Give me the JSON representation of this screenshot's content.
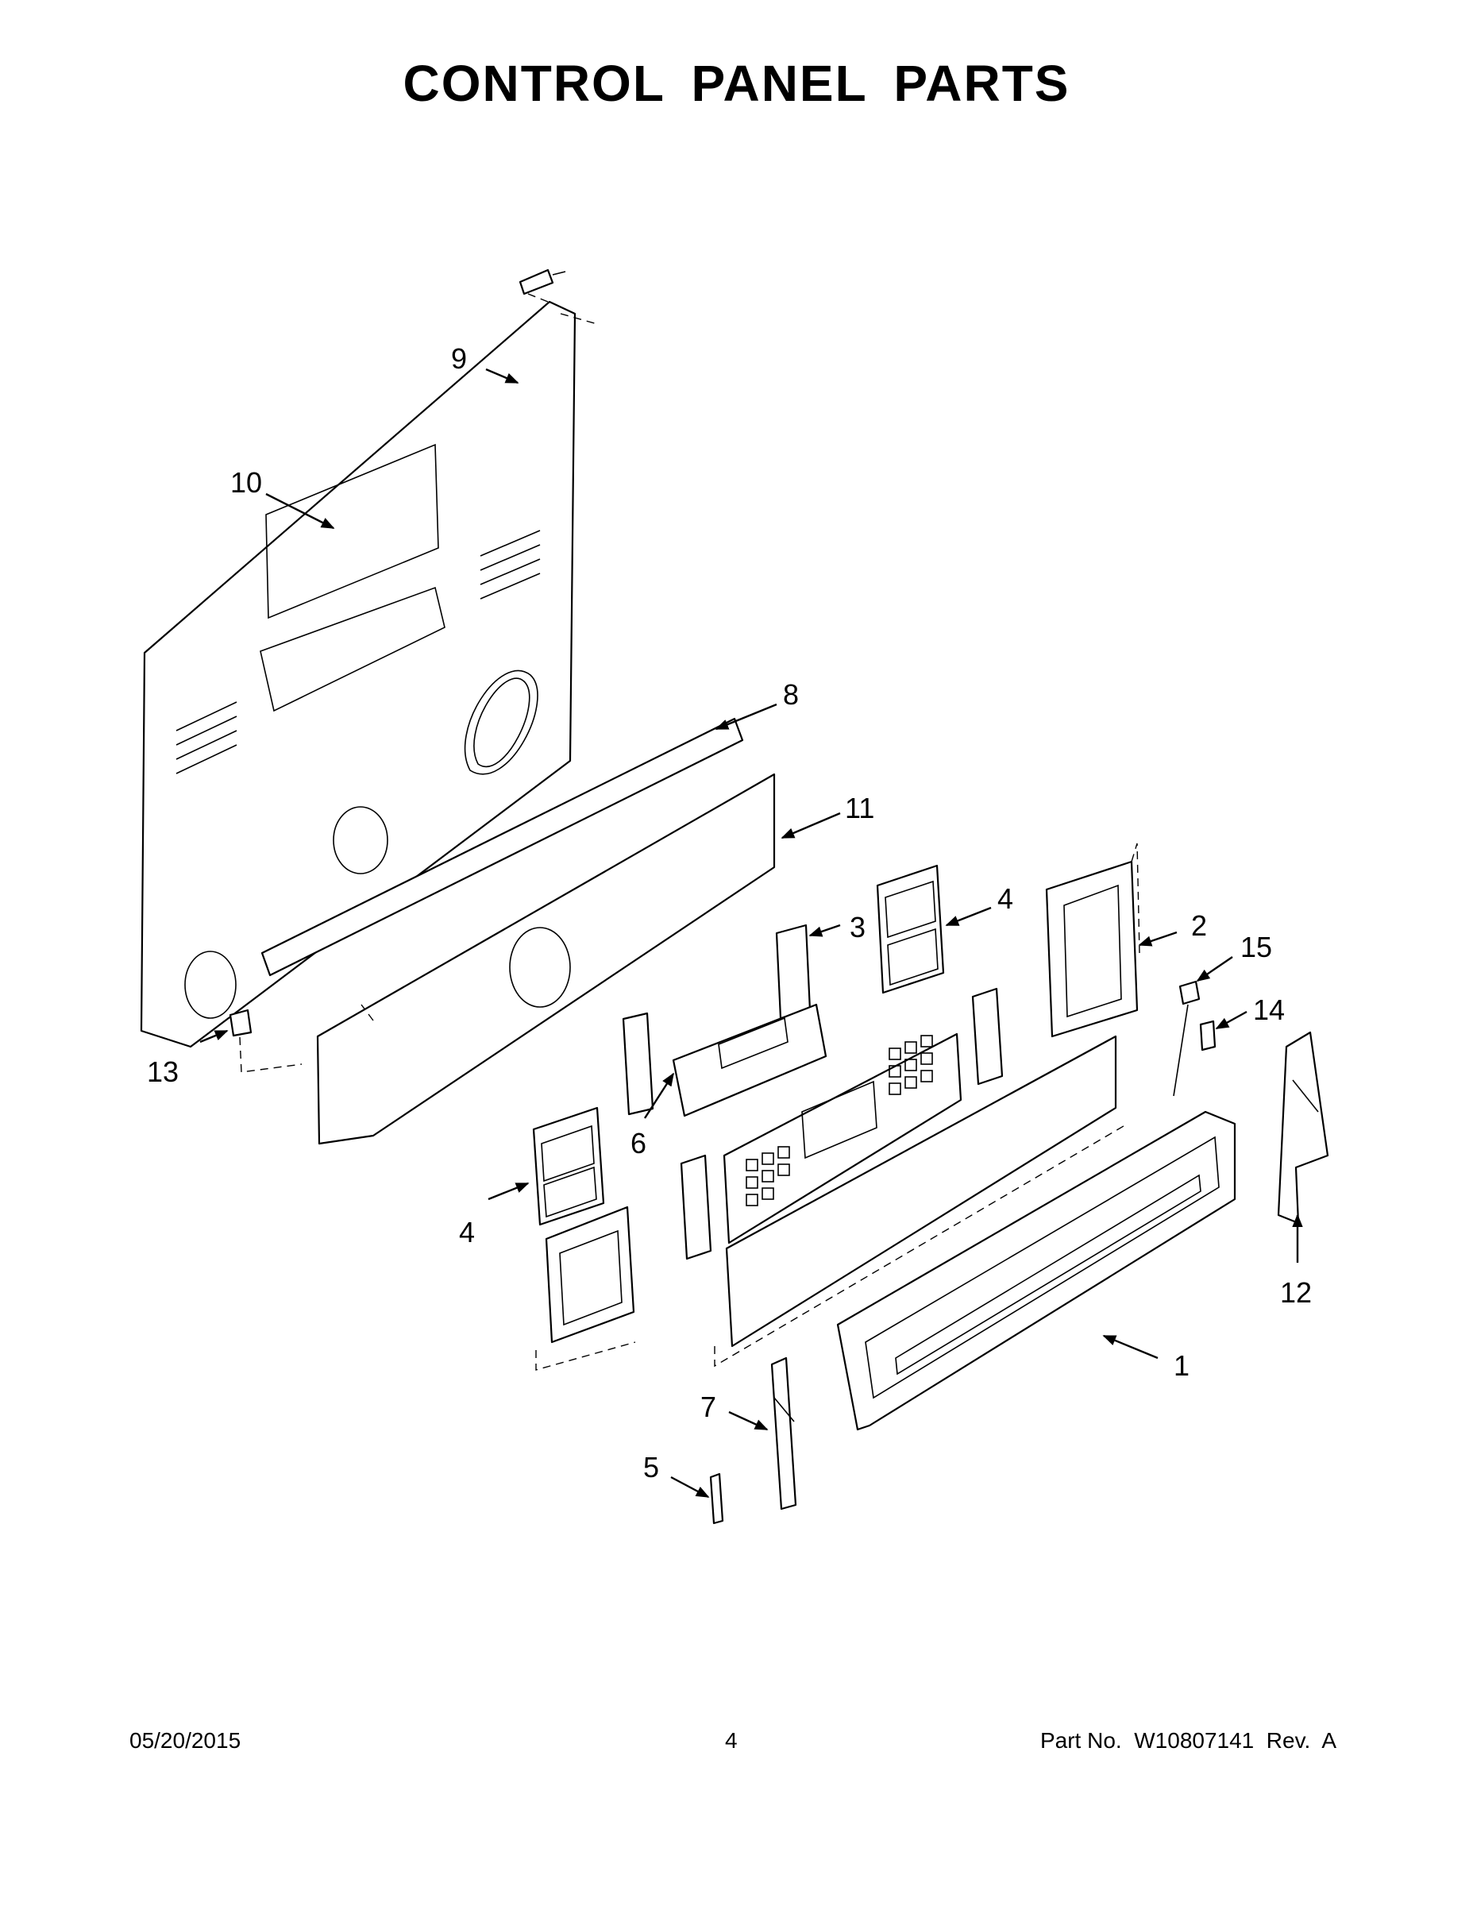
{
  "title": "CONTROL PANEL PARTS",
  "callouts": {
    "c1": "1",
    "c2": "2",
    "c3": "3",
    "c4a": "4",
    "c4b": "4",
    "c5": "5",
    "c6": "6",
    "c7": "7",
    "c8": "8",
    "c9": "9",
    "c10": "10",
    "c11": "11",
    "c12": "12",
    "c13": "13",
    "c14": "14",
    "c15": "15"
  },
  "footer": {
    "date": "05/20/2015",
    "page": "4",
    "part": "Part No.  W10807141  Rev.  A"
  }
}
